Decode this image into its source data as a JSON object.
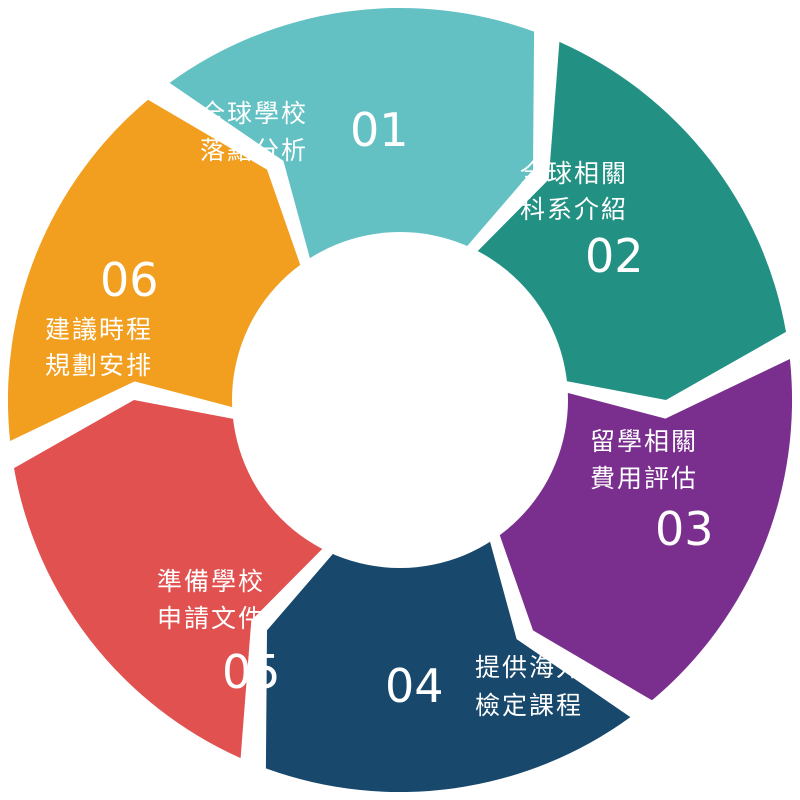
{
  "segments": [
    {
      "number": "01",
      "lines": [
        "全球學校",
        "落點分析"
      ],
      "color": "#63C1C4"
    },
    {
      "number": "02",
      "lines": [
        "全球相關",
        "科系介紹"
      ],
      "color": "#229082"
    },
    {
      "number": "03",
      "lines": [
        "留學相關",
        "費用評估"
      ],
      "color": "#7A2F8E"
    },
    {
      "number": "04",
      "lines": [
        "提供海外",
        "檢定課程"
      ],
      "color": "#18486C"
    },
    {
      "number": "05",
      "lines": [
        "準備學校",
        "申請文件"
      ],
      "color": "#E15150"
    },
    {
      "number": "06",
      "lines": [
        "建議時程",
        "規劃安排"
      ],
      "color": "#F29E1F"
    }
  ]
}
